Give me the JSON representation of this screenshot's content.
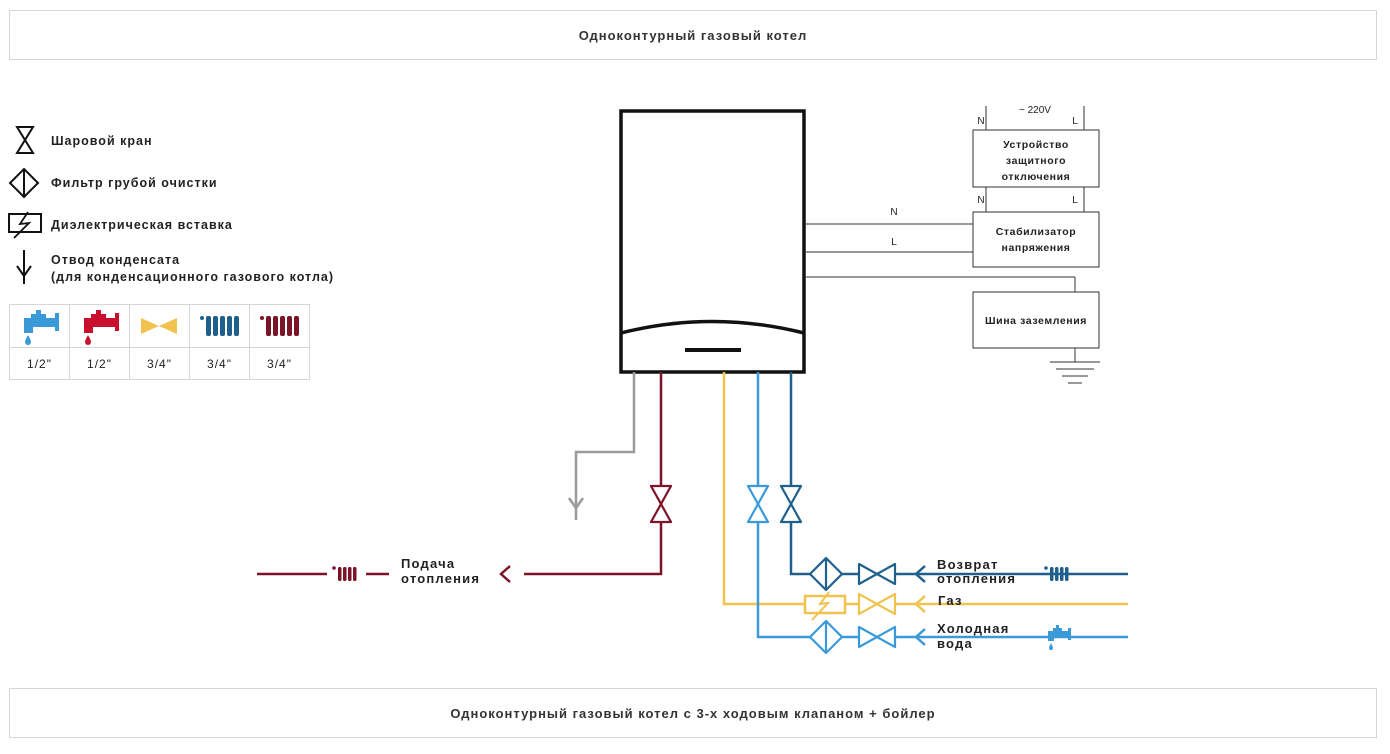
{
  "tabs": {
    "top": "Одноконтурный газовый котел",
    "bottom": "Одноконтурный газовый котел с 3-х ходовым клапаном + бойлер"
  },
  "legend": {
    "ball_valve": "Шаровой кран",
    "coarse_filter": "Фильтр грубой очистки",
    "dielectric_insert": "Диэлектрическая вставка",
    "condensate_line1": "Отвод конденсата",
    "condensate_line2": "(для конденсационного газового котла)"
  },
  "sizes": [
    {
      "icon": "cold-water-tap-icon",
      "label": "1/2\""
    },
    {
      "icon": "hot-water-tap-icon",
      "label": "1/2\""
    },
    {
      "icon": "gas-valve-icon",
      "label": "3/4\""
    },
    {
      "icon": "heating-return-radiator-icon",
      "label": "3/4\""
    },
    {
      "icon": "heating-supply-radiator-icon",
      "label": "3/4\""
    }
  ],
  "electrical": {
    "voltage": "~ 220V",
    "n": "N",
    "l": "L",
    "rcd_line1": "Устройство",
    "rcd_line2": "защитного",
    "rcd_line3": "отключения",
    "stabilizer_line1": "Стабилизатор",
    "stabilizer_line2": "напряжения",
    "ground_bus": "Шина заземления"
  },
  "connections": {
    "supply_line1": "Подача",
    "supply_line2": "отопления",
    "return_line1": "Возврат",
    "return_line2": "отопления",
    "gas": "Газ",
    "cold_line1": "Холодная",
    "cold_line2": "вода"
  },
  "colors": {
    "supply": "#7a1426",
    "return": "#1e5f8c",
    "cold": "#3a9ad9",
    "gas": "#f2c24f",
    "condensate": "#9a9a9a",
    "hot_red": "#c8102e",
    "dark": "#111111"
  }
}
